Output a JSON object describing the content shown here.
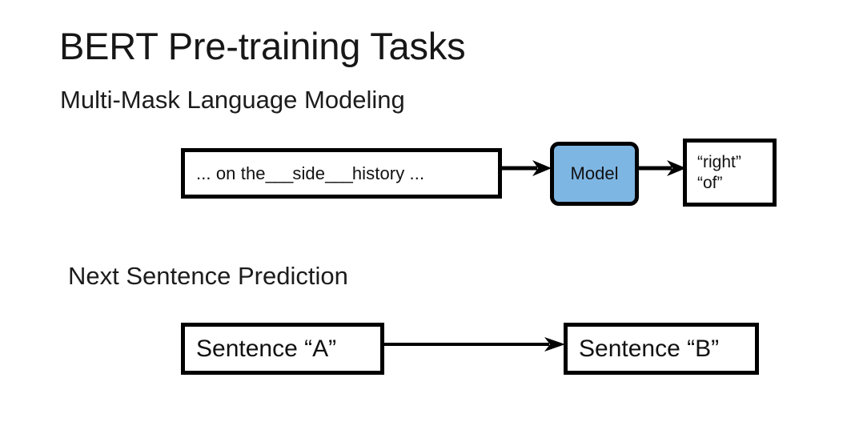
{
  "slide": {
    "title": "BERT Pre-training Tasks",
    "background_color": "#FFFFFF",
    "text_color": "#171717"
  },
  "sections": {
    "mlm": {
      "heading": "Multi-Mask Language Modeling",
      "input_box": {
        "prefix": "... on the ",
        "blank_1": "___",
        "middle": " side ",
        "blank_2": "___",
        "suffix": " history ...",
        "full_text": "... on the ___ side ___ history ..."
      },
      "model_box": {
        "label": "Model",
        "fill_color": "#7EB6E3",
        "border_color": "#000000"
      },
      "output_box": {
        "line_1": "“right”",
        "line_2": "“of”"
      },
      "arrows": [
        {
          "name": "input-to-model",
          "direction": "right"
        },
        {
          "name": "model-to-output",
          "direction": "right"
        }
      ]
    },
    "nsp": {
      "heading": "Next Sentence Prediction",
      "left_box": {
        "label": "Sentence “A”"
      },
      "right_box": {
        "label": "Sentence “B”"
      },
      "arrows": [
        {
          "name": "sentence-a-to-sentence-b",
          "direction": "right"
        }
      ]
    }
  }
}
